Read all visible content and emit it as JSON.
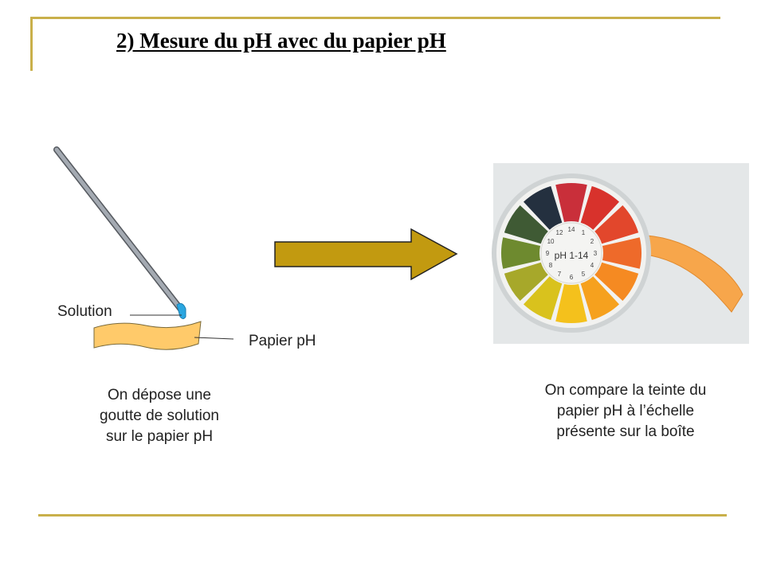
{
  "title": "2) Mesure du pH avec du papier pH",
  "left": {
    "solution_label": "Solution",
    "paper_label": "Papier pH",
    "caption_lines": [
      "On dépose une",
      "goutte de solution",
      "sur le papier pH"
    ]
  },
  "right": {
    "box_label": "pH 1-14",
    "scale_numbers": [
      "1",
      "2",
      "3",
      "4",
      "5",
      "6",
      "7",
      "8",
      "9",
      "10",
      "12",
      "14"
    ],
    "caption_lines": [
      "On compare la teinte du",
      "papier pH à l’échelle",
      "présente sur la boîte"
    ]
  },
  "colors": {
    "frame": "#c9b04a",
    "arrow": "#c29a10",
    "paper": "#ffca6a",
    "drop": "#2aa6e0",
    "rod": "#9aa0a8"
  }
}
